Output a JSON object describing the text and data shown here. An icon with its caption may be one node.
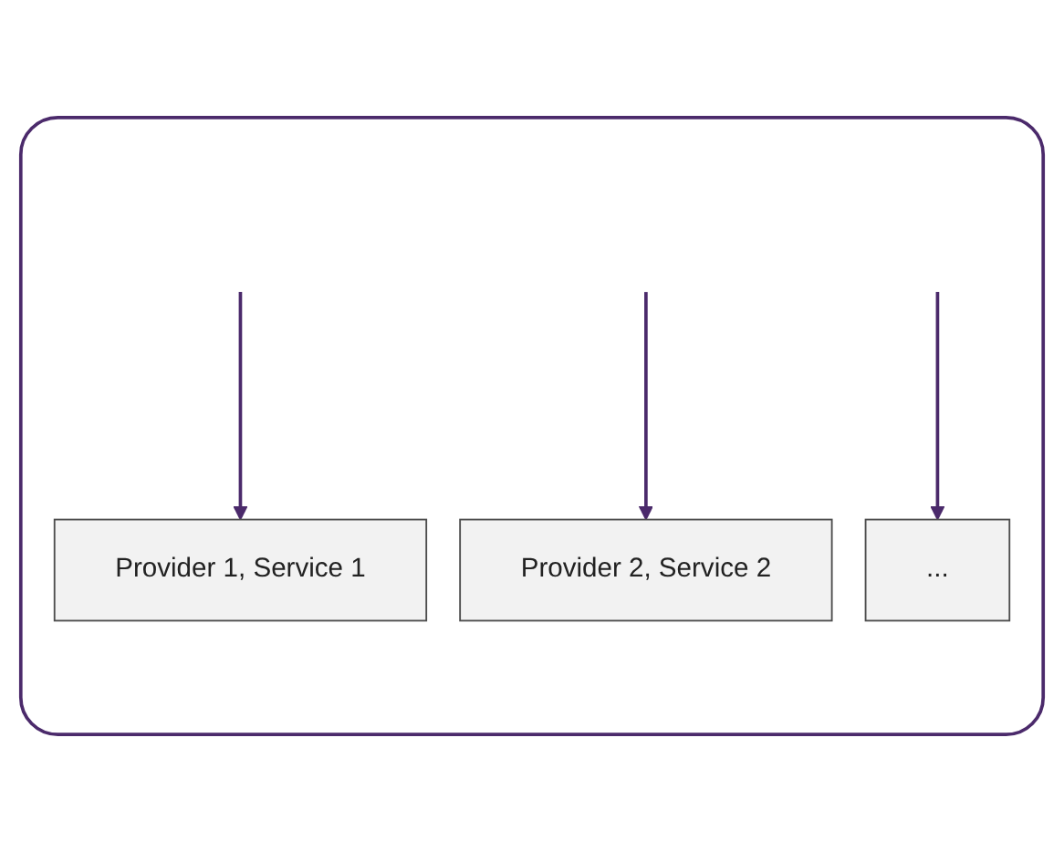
{
  "diagram": {
    "nodes": [
      {
        "text": [],
        "shape": "box"
      },
      {
        "text": [
          "Provider 1, Service 1"
        ],
        "in": 0
      },
      {
        "text": [
          "Provider 2, Service 2"
        ],
        "in": 0
      },
      {
        "text": [
          "..."
        ],
        "in": 0
      }
    ],
    "edges": [
      {
        "from": null,
        "to": 1,
        "arrow": "to"
      },
      {
        "from": null,
        "to": 2,
        "arrow": "to"
      },
      {
        "from": null,
        "to": 3,
        "arrow": "to"
      }
    ]
  }
}
